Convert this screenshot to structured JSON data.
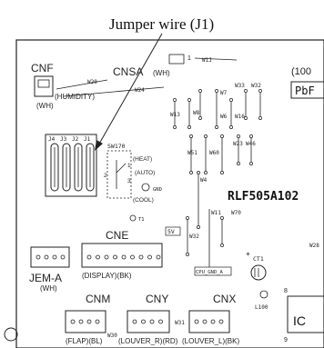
{
  "callout": "Jumper wire (J1)",
  "connectors": {
    "cnf": "CNF",
    "cnf_sub1": "(HUMIDITY)",
    "cnf_sub2": "(WH)",
    "cnsa": "CNSA",
    "cnsa_sub": "(WH)",
    "cne": "CNE",
    "jem": "JEM-A",
    "jem_sub": "(WH)",
    "display": "(DISPLAY)(BK)",
    "cnm": "CNM",
    "cnm_sub": "(FLAP)(BL)",
    "cny": "CNY",
    "cny_sub": "(LOUVER_R)(RD)",
    "cnx": "CNX",
    "cnx_sub": "(LOUVER_L)(BK)"
  },
  "board": {
    "model": "RLF505A102",
    "pbf": "PbF",
    "paren": "(100",
    "ic": "IC",
    "switch": "SW170",
    "heat": "(HEAT)",
    "auto": "(AUTO)",
    "cool": "(COOL)",
    "five_v": "5V",
    "gnd": "CPU_GND_A",
    "ct1": "CT1",
    "l100": "L100",
    "gnd_tp": "GND",
    "tp1": "T1"
  },
  "wire_labels": [
    "W20",
    "W24",
    "W1J",
    "W13",
    "W8",
    "W7",
    "W6",
    "W16",
    "W33",
    "W32",
    "W51",
    "W60",
    "W4",
    "W11",
    "W32",
    "W23",
    "W46",
    "W70",
    "W28",
    "W30",
    "W31"
  ],
  "jumper_labels": [
    "J4",
    "J3",
    "J2",
    "J1"
  ],
  "pin_numbers": {
    "one": "1",
    "two": "2",
    "three": "3",
    "eight": "8",
    "nine": "9"
  }
}
